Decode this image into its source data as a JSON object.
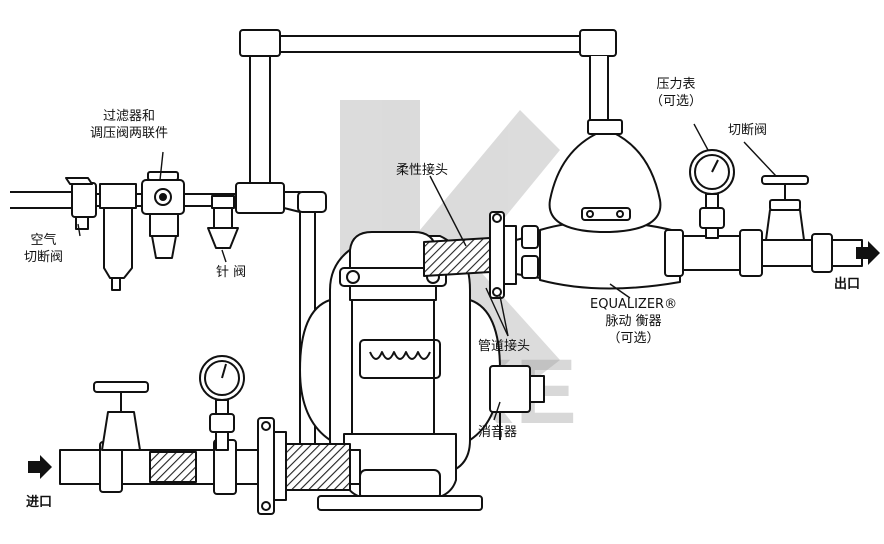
{
  "watermark": {
    "text": "KNKE"
  },
  "labels": {
    "filter_regulator": [
      "过滤器和",
      "调压阀两联件"
    ],
    "air_shutoff": [
      "空气",
      "切断阀"
    ],
    "needle_valve": "针  阀",
    "flex_joint": "柔性接头",
    "pipe_joint": "管道接头",
    "muffler": "消音器",
    "gauge_optional": [
      "压力表",
      "（可选）"
    ],
    "shutoff_valve": "切断阀",
    "equalizer": [
      "EQUALIZER®",
      "脉动  衡器",
      "（可选）"
    ],
    "outlet": "出口",
    "inlet": "进口"
  },
  "icons": {
    "inlet_arrow": "arrow-right-icon",
    "outlet_arrow": "arrow-right-icon",
    "gauge": "pressure-gauge-icon"
  }
}
